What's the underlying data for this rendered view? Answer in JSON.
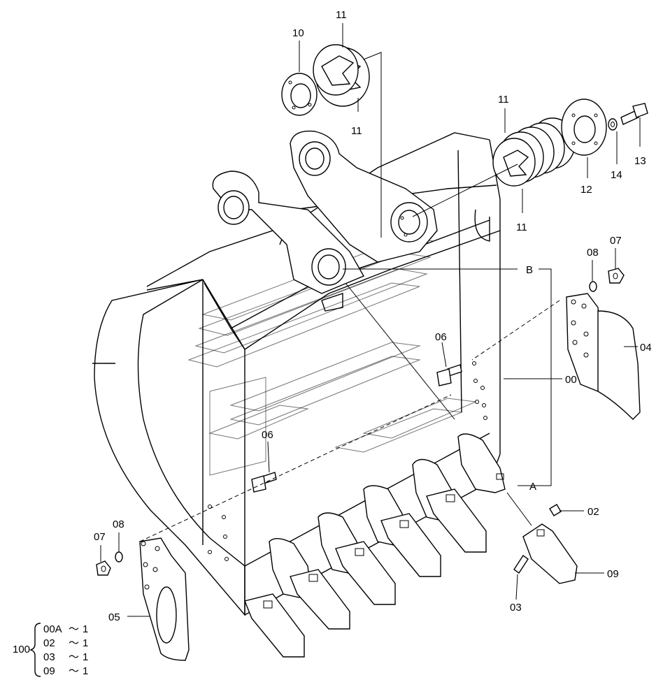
{
  "labels": {
    "l10": "10",
    "l11_top": "11",
    "l11_mid": "11",
    "l11_right_top": "11",
    "l11_right_bot": "11",
    "l12": "12",
    "l13": "13",
    "l14": "14",
    "l07_right": "07",
    "l08_right": "08",
    "lB": "B",
    "l04": "04",
    "l06_right": "06",
    "l00": "00",
    "l06_left": "06",
    "lA": "A",
    "l02": "02",
    "l08_left": "08",
    "l07_left": "07",
    "l09": "09",
    "l03": "03",
    "l05": "05"
  },
  "kit": {
    "number": "100",
    "rows": [
      {
        "part": "00A",
        "qty": "1"
      },
      {
        "part": "02",
        "qty": "1"
      },
      {
        "part": "03",
        "qty": "1"
      },
      {
        "part": "09",
        "qty": "1"
      }
    ],
    "separator": "～"
  }
}
